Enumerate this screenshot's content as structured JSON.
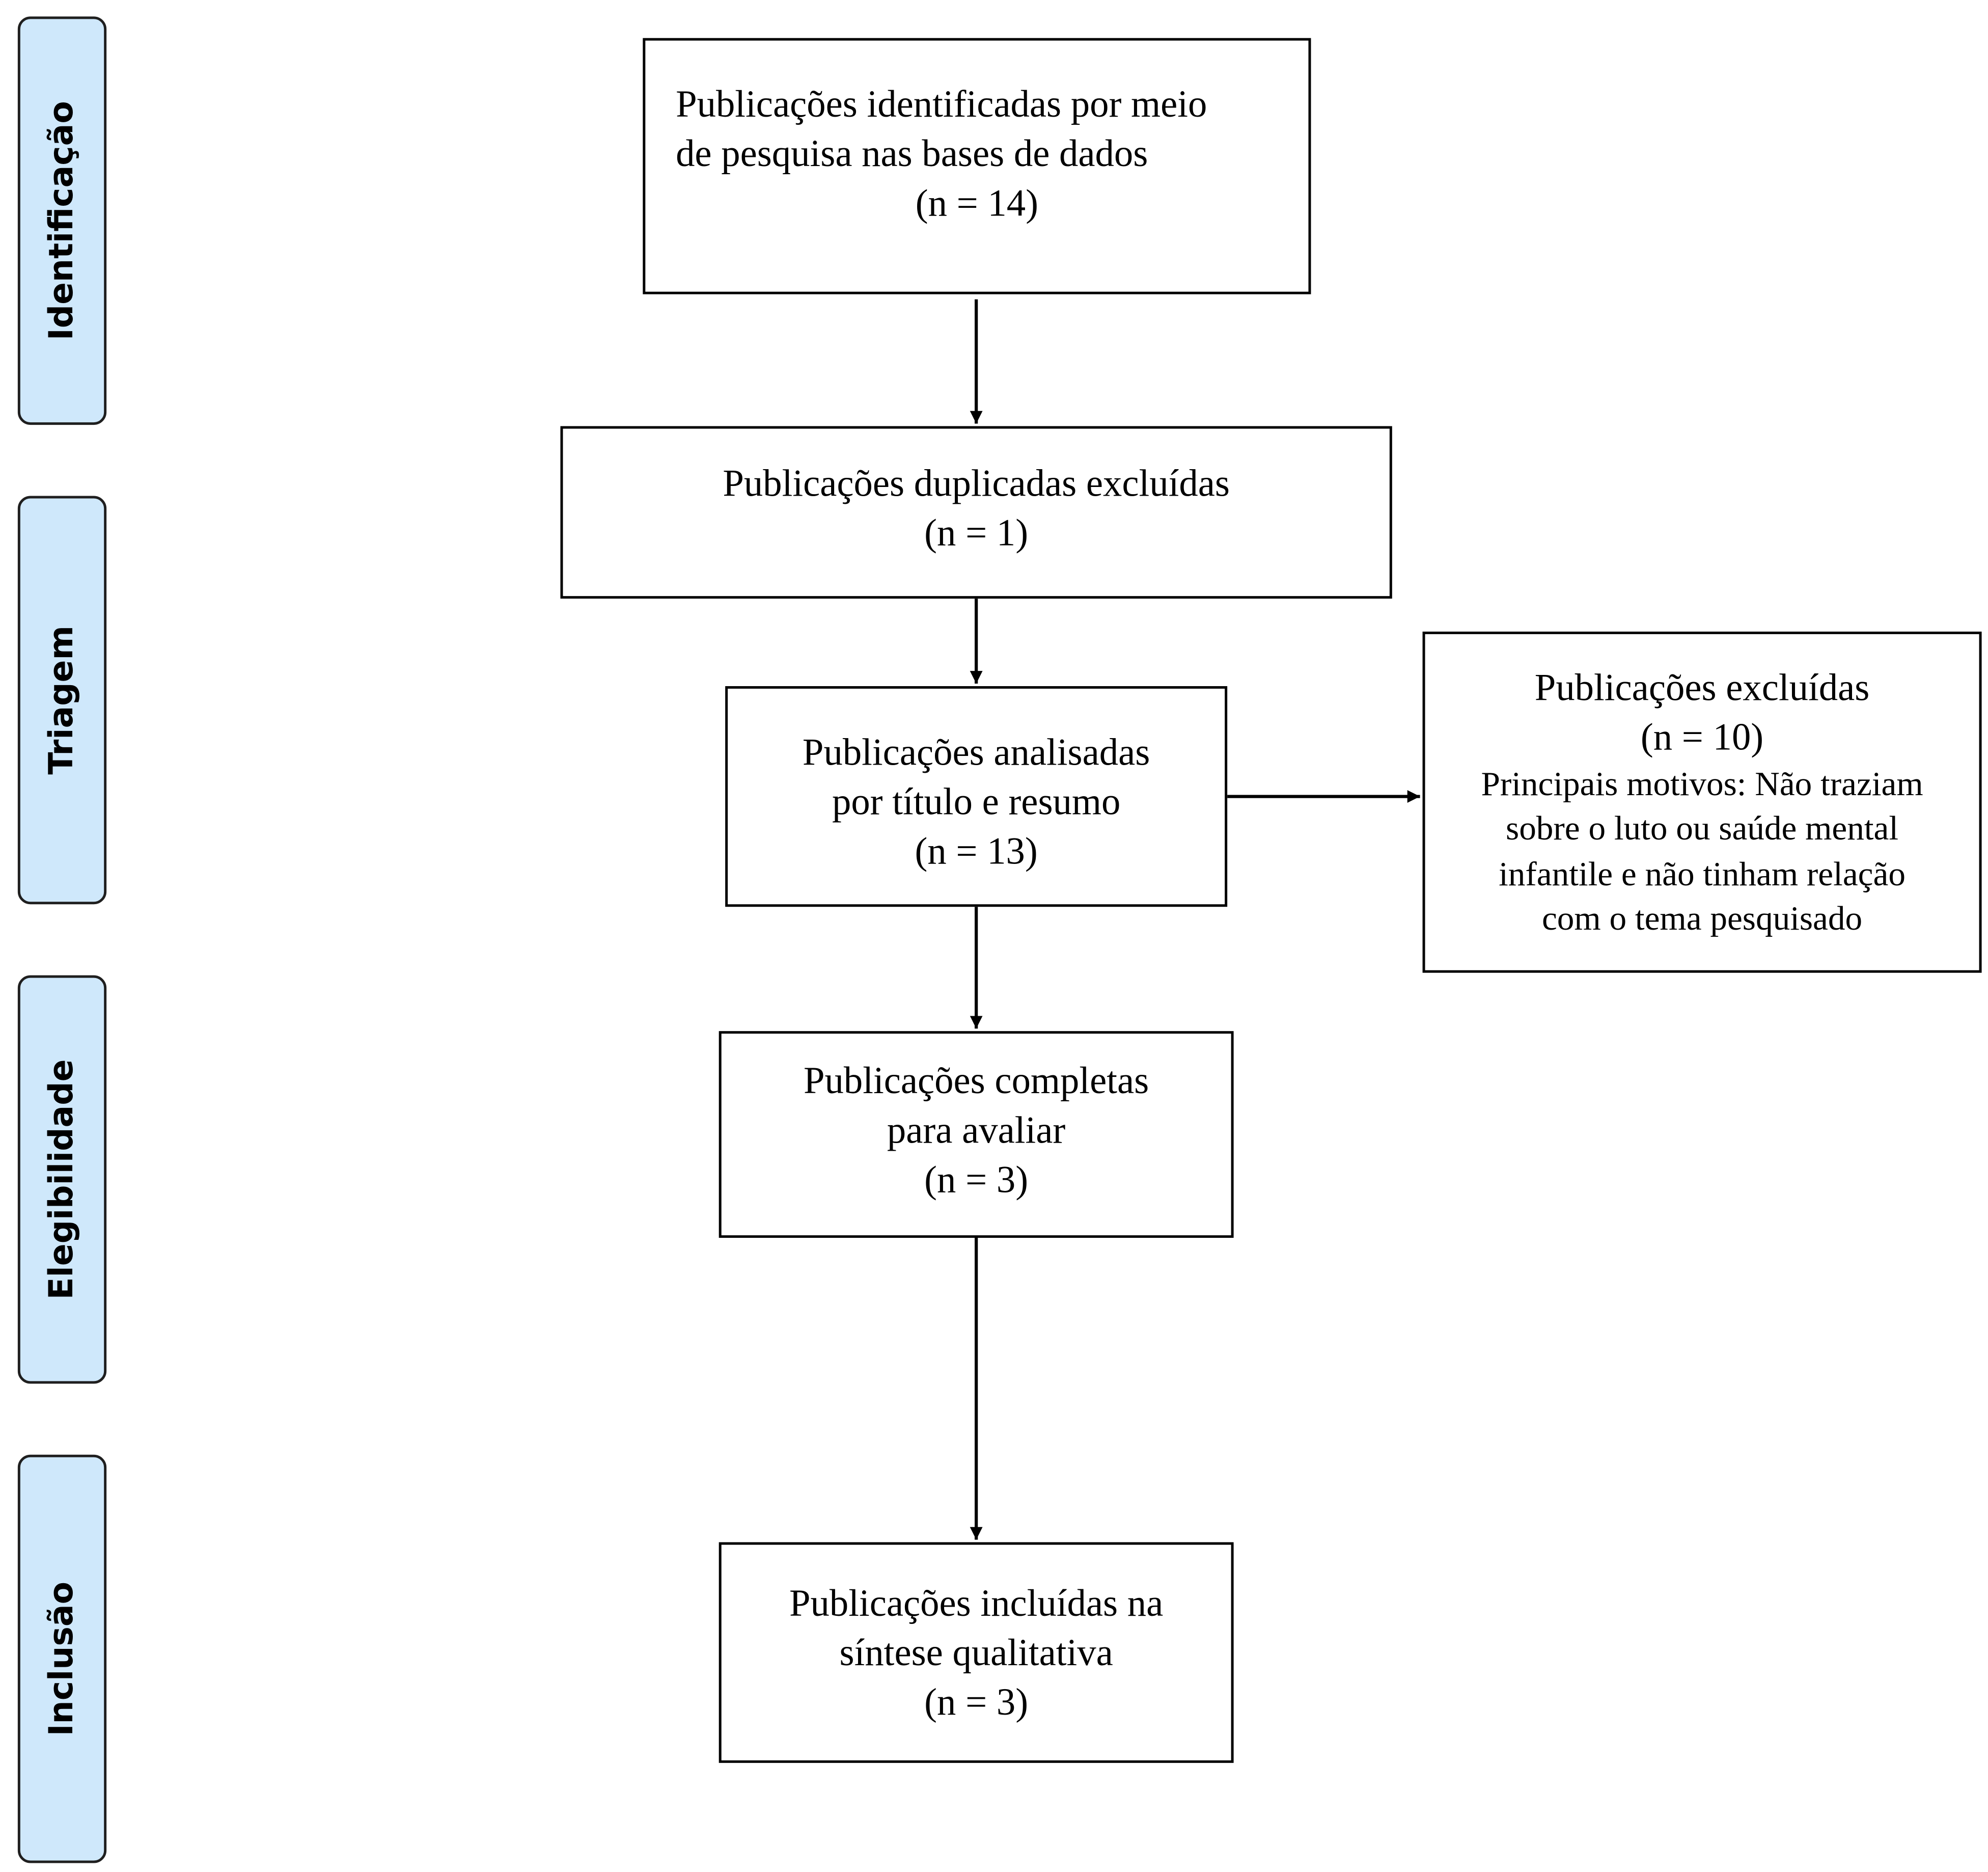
{
  "phases": {
    "identification": "Identificação",
    "screening": "Triagem",
    "eligibility": "Elegibilidade",
    "inclusion": "Inclusão"
  },
  "boxes": {
    "identified": {
      "line1": "Publicações identificadas por meio",
      "line2": "de pesquisa nas bases de dados",
      "count": "(n = 14)"
    },
    "duplicates": {
      "line1": "Publicações duplicadas excluídas",
      "count": "(n = 1)"
    },
    "screened": {
      "line1": "Publicações analisadas",
      "line2": "por título e resumo",
      "count": "(n = 13)"
    },
    "excluded": {
      "line1": "Publicações excluídas",
      "count": "(n = 10)",
      "reason1": "Principais motivos: Não traziam",
      "reason2": "sobre o luto ou saúde mental",
      "reason3": "infantile e não tinham relação",
      "reason4": "com o tema pesquisado"
    },
    "full_text": {
      "line1": "Publicações completas",
      "line2": "para avaliar",
      "count": "(n = 3)"
    },
    "included": {
      "line1": "Publicações incluídas na",
      "line2": "síntese qualitativa",
      "count": "(n = 3)"
    }
  },
  "colors": {
    "phase_fill": "#cfe8fb",
    "stroke": "#000000"
  }
}
